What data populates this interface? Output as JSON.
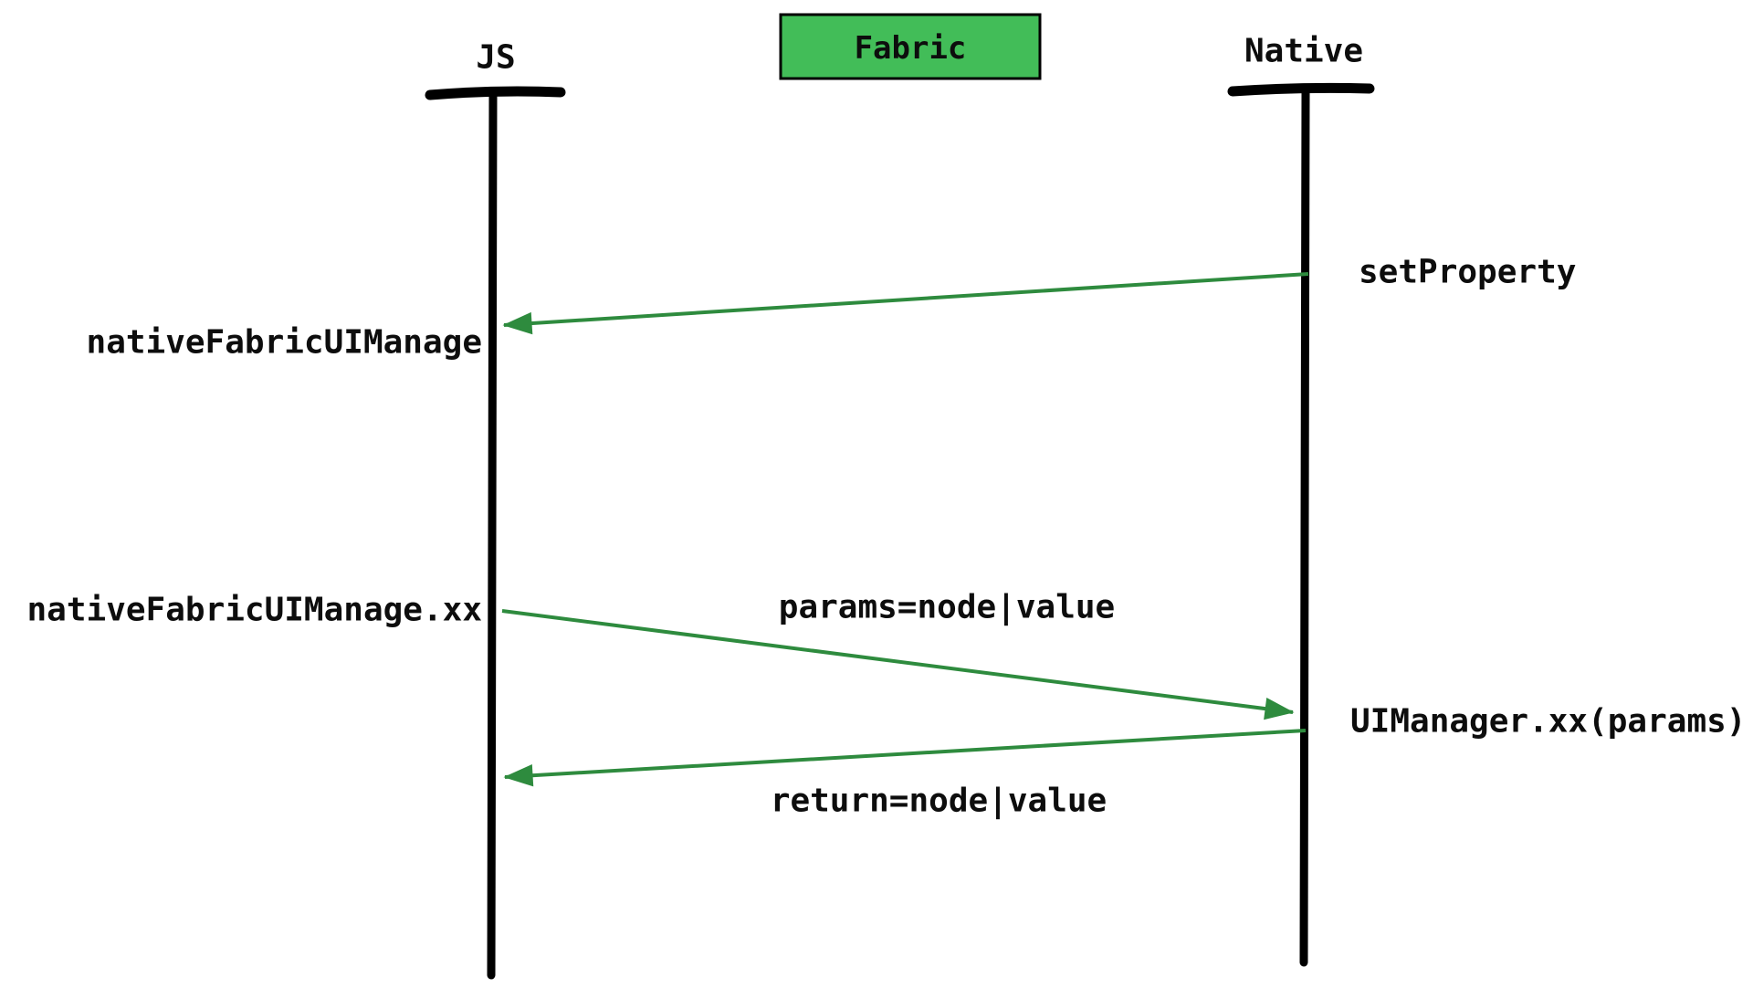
{
  "colors": {
    "box_fill": "#42bd58",
    "box_border": "#000000",
    "arrow": "#2e8b3e",
    "ink": "#000000"
  },
  "title_box": {
    "label": "Fabric"
  },
  "actors": {
    "left": {
      "label": "JS"
    },
    "right": {
      "label": "Native"
    }
  },
  "messages": {
    "set_property": {
      "source_label": "setProperty",
      "target_label": "nativeFabricUIManage"
    },
    "call": {
      "source_label": "nativeFabricUIManage.xx",
      "args_label": "params=node|value",
      "target_label": "UIManager.xx(params)"
    },
    "return": {
      "args_label": "return=node|value"
    }
  }
}
